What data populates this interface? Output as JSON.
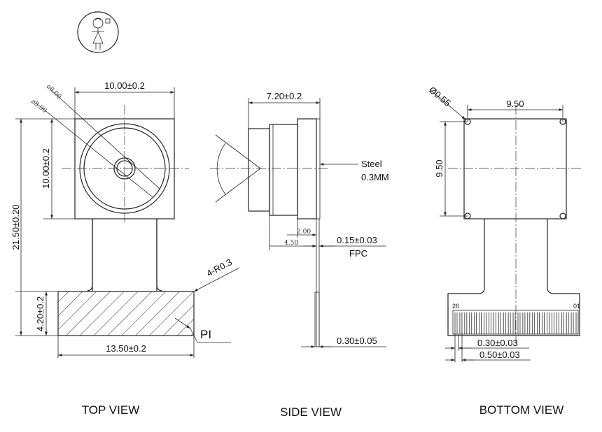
{
  "views": {
    "top": {
      "caption": "TOP VIEW",
      "dims": {
        "width": "10.00±0.2",
        "height": "10.00±0.2",
        "total_length": "21.50±0.20",
        "pi_height": "4.20±0.2",
        "pi_width": "13.50±0.2",
        "corner_radius": "4-R0.3",
        "lens_outer": "⌀8.90",
        "lens_inner": "⌀8.00"
      },
      "pi_label": "PI"
    },
    "side": {
      "caption": "SIDE VIEW",
      "dims": {
        "width": "7.20±0.2",
        "steel_label": "Steel",
        "steel_thickness": "0.3MM",
        "lens_offset_a": "2.00",
        "lens_offset_b": "4.50",
        "fpc_thickness": "0.15±0.03",
        "fpc_label": "FPC",
        "stiffener_thickness": "0.30±0.05"
      }
    },
    "bottom": {
      "caption": "BOTTOM VIEW",
      "dims": {
        "hole_dia": "Ø0.55",
        "hole_spacing_x": "9.50",
        "hole_spacing_y": "9.50",
        "pin_width": "0.30±0.03",
        "pin_pitch": "0.50±0.03",
        "pin_first": "26",
        "pin_last": "01"
      }
    }
  }
}
